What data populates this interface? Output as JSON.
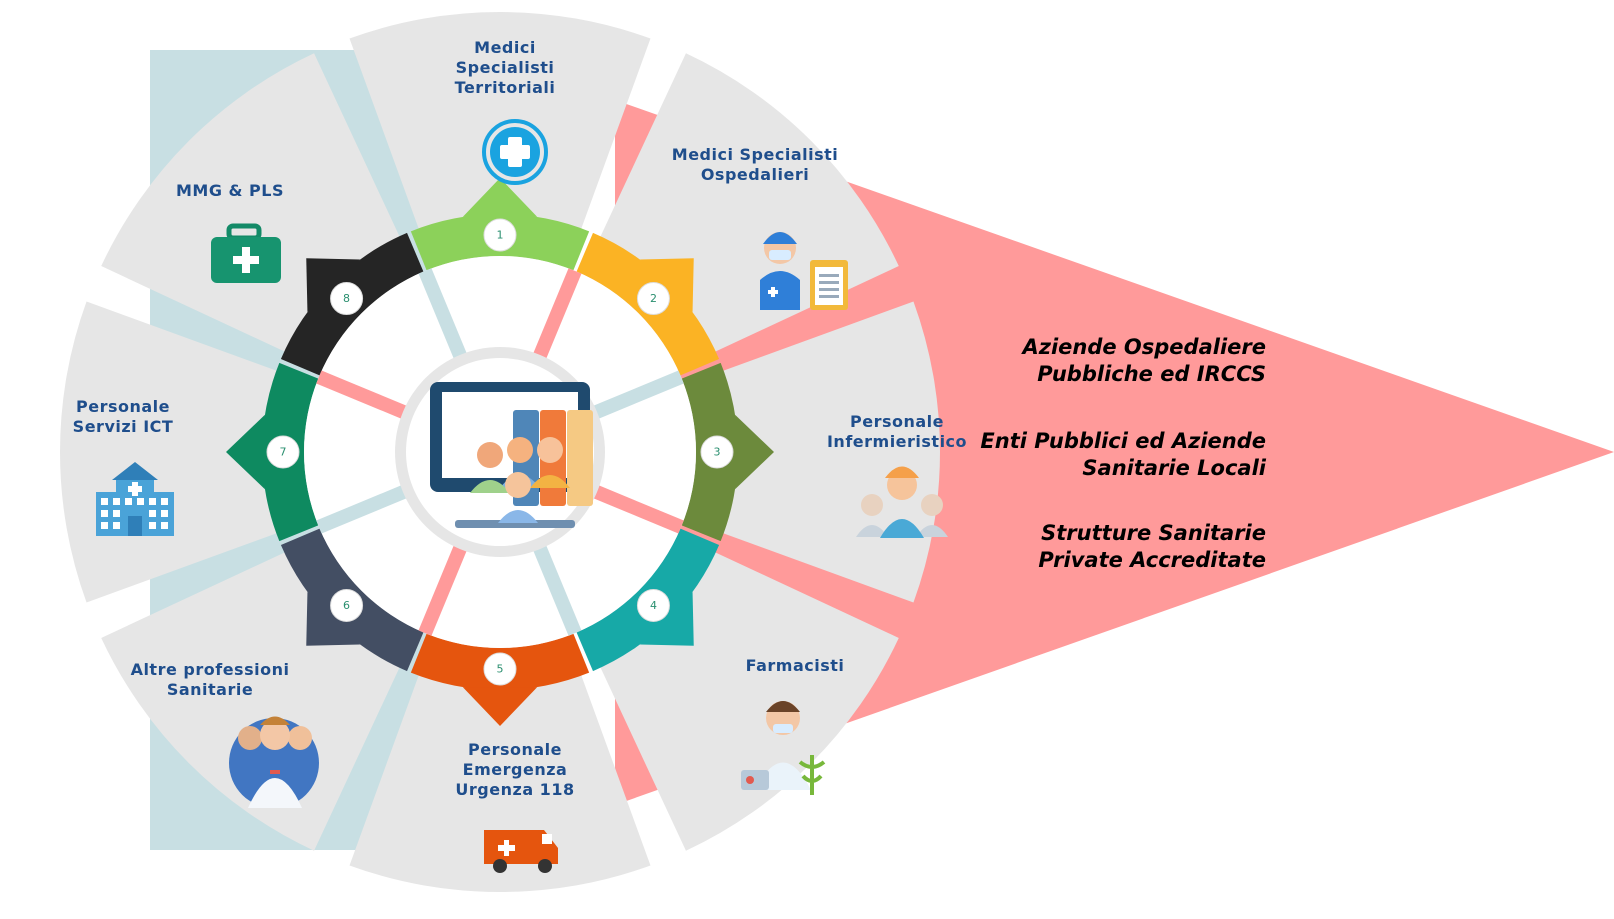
{
  "colors": {
    "sector_bg": "#e6e6e6",
    "teal_light": "#c8dfe3",
    "pink": "#ff9a9a",
    "label_blue": "#1f4e8c",
    "ring": [
      "#8cd15a",
      "#fbb324",
      "#6c8a3c",
      "#17a9a7",
      "#e5550e",
      "#434e63",
      "#0e8a60",
      "#252525"
    ]
  },
  "ring_numbers": [
    "1",
    "2",
    "3",
    "4",
    "5",
    "6",
    "7",
    "8"
  ],
  "sectors": [
    {
      "id": "medici-specialisti-territoriali",
      "label": "Medici\nSpecialisti\nTerritoriali",
      "icon": "medical-cross-icon"
    },
    {
      "id": "medici-specialisti-ospedalieri",
      "label": "Medici Specialisti\nOspedalieri",
      "icon": "doctor-clipboard-icon"
    },
    {
      "id": "personale-infermieristico",
      "label": "Personale\nInfermieristico",
      "icon": "nurse-team-icon"
    },
    {
      "id": "farmacisti",
      "label": "Farmacisti",
      "icon": "pharmacist-icon"
    },
    {
      "id": "personale-emergenza",
      "label": "Personale\nEmergenza\nUrgenza 118",
      "icon": "ambulance-icon"
    },
    {
      "id": "altre-professioni",
      "label": "Altre professioni\nSanitarie",
      "icon": "healthcare-staff-icon"
    },
    {
      "id": "personale-ict",
      "label": "Personale\nServizi ICT",
      "icon": "hospital-building-icon"
    },
    {
      "id": "mmg-pls",
      "label": "MMG & PLS",
      "icon": "medical-bag-icon"
    }
  ],
  "center": {
    "icon": "computer-training-icon"
  },
  "side_labels": [
    "Aziende  Ospedaliere\nPubbliche ed IRCCS",
    "Enti Pubblici ed  Aziende\nSanitarie Locali",
    "Strutture Sanitarie\nPrivate Accreditate"
  ]
}
